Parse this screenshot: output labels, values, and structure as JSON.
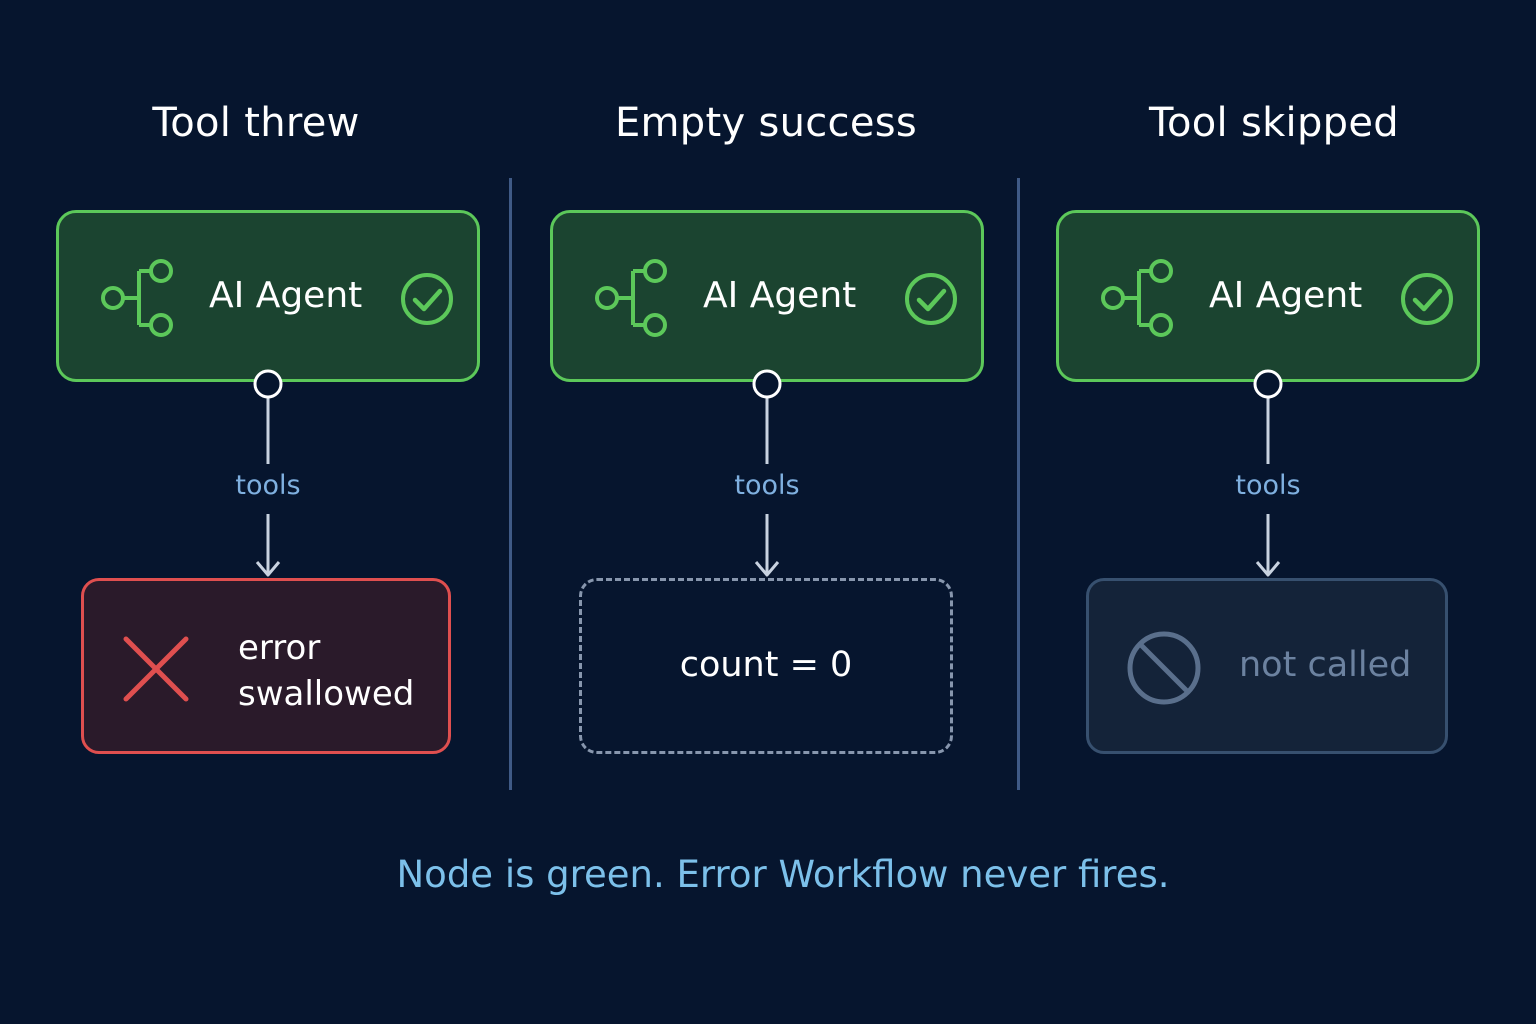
{
  "columns": [
    {
      "title": "Tool threw",
      "agent_label": "AI Agent",
      "edge_label": "tools",
      "result": {
        "state": "error",
        "lines": [
          "error",
          "swallowed"
        ],
        "icon": "x-icon"
      }
    },
    {
      "title": "Empty success",
      "agent_label": "AI Agent",
      "edge_label": "tools",
      "result": {
        "state": "empty",
        "text": "count = 0"
      }
    },
    {
      "title": "Tool skipped",
      "agent_label": "AI Agent",
      "edge_label": "tools",
      "result": {
        "state": "skipped",
        "text": "not called",
        "icon": "ban-icon"
      }
    }
  ],
  "caption": "Node is green. Error Workflow never fires.",
  "colors": {
    "background": "#06152e",
    "agent_border": "#5cc85a",
    "agent_fill": "#1b4430",
    "error_border": "#df4f4f",
    "error_fill": "#2a1a2a",
    "edge_label": "#7fb0e0",
    "caption": "#7cc0ea",
    "muted": "#6c82a0"
  }
}
